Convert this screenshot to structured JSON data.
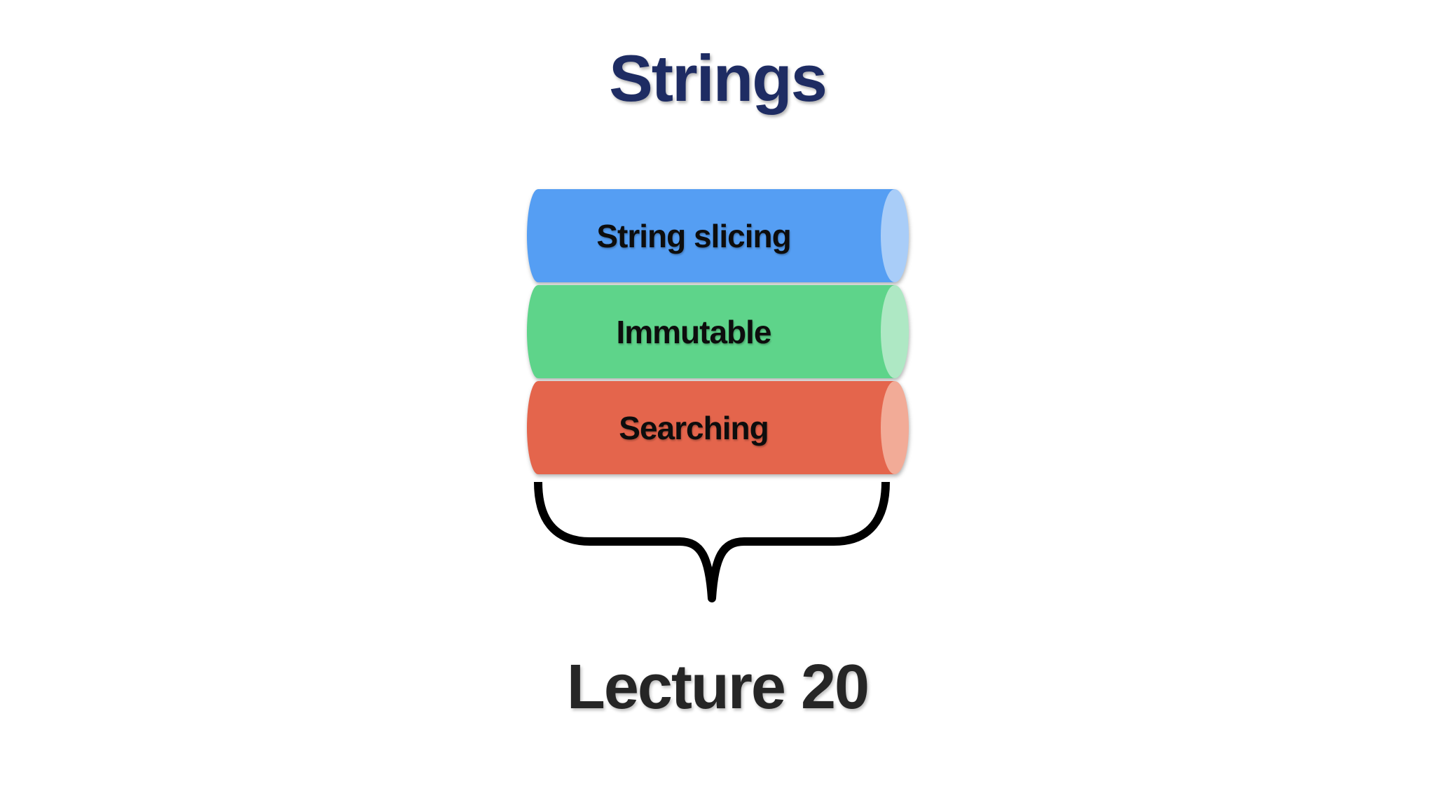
{
  "slide": {
    "title": "Strings",
    "footer": "Lecture 20",
    "colors": {
      "background": "#ffffff",
      "title": "#1e2c63",
      "footer": "#262626",
      "segment_label": "#0d0d0d"
    }
  },
  "funnel": {
    "segments": [
      {
        "label": "String slicing",
        "body_color": "#559ef3",
        "cap_color": "#a9cdf8"
      },
      {
        "label": "Immutable",
        "body_color": "#5ed48a",
        "cap_color": "#aee8c4"
      },
      {
        "label": "Searching",
        "body_color": "#e4654c",
        "cap_color": "#f2ab97"
      }
    ],
    "brace_color": "#000000"
  }
}
